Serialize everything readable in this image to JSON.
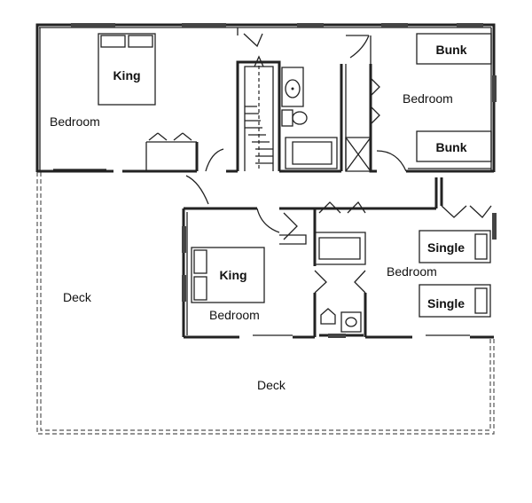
{
  "rooms": {
    "bedroom_nw": "Bedroom",
    "bedroom_ne": "Bedroom",
    "bedroom_center": "Bedroom",
    "bedroom_se": "Bedroom",
    "deck_west": "Deck",
    "deck_south": "Deck"
  },
  "beds": {
    "king_nw": "King",
    "bunk_top": "Bunk",
    "bunk_bottom": "Bunk",
    "king_center": "King",
    "single_top": "Single",
    "single_bottom": "Single"
  }
}
